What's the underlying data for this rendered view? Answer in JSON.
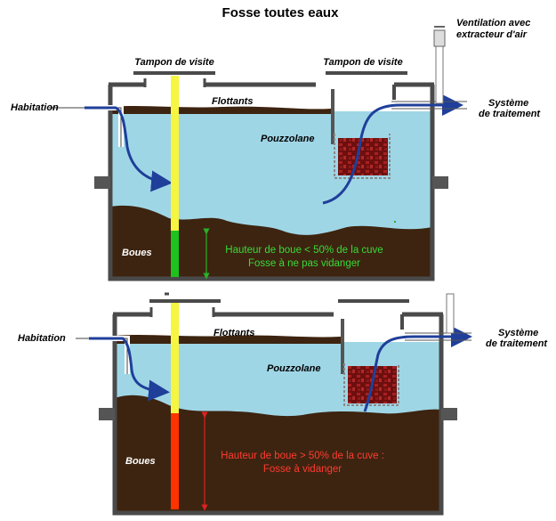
{
  "title": "Fosse toutes eaux",
  "labels": {
    "ventilation_line1": "Ventilation avec",
    "ventilation_line2": "extracteur d'air",
    "tampon_left": "Tampon de visite",
    "tampon_right": "Tampon de visite",
    "habitation": "Habitation",
    "systeme_line1": "Système",
    "systeme_line2": "de traitement",
    "flottants": "Flottants",
    "pouzzolane": "Pouzzolane",
    "boues": "Boues"
  },
  "top_tank": {
    "message_line1": "Hauteur de boue < 50% de la cuve",
    "message_line2": "Fosse à ne pas vidanger",
    "gauge_sludge_fraction": 0.24
  },
  "bottom_tank": {
    "message_line1": "Hauteur de boue > 50% de la cuve :",
    "message_line2": "Fosse à vidanger",
    "gauge_sludge_fraction": 0.55
  },
  "colors": {
    "water": "#9fd6e6",
    "sludge": "#3d2410",
    "tank_wall": "#4a4a4a",
    "pipe_arrow": "#1f3f9a",
    "gauge_clear": "#f5f542",
    "gauge_ok": "#1ec31e",
    "gauge_full": "#ff3300",
    "pozzolana": "#8b1616"
  }
}
